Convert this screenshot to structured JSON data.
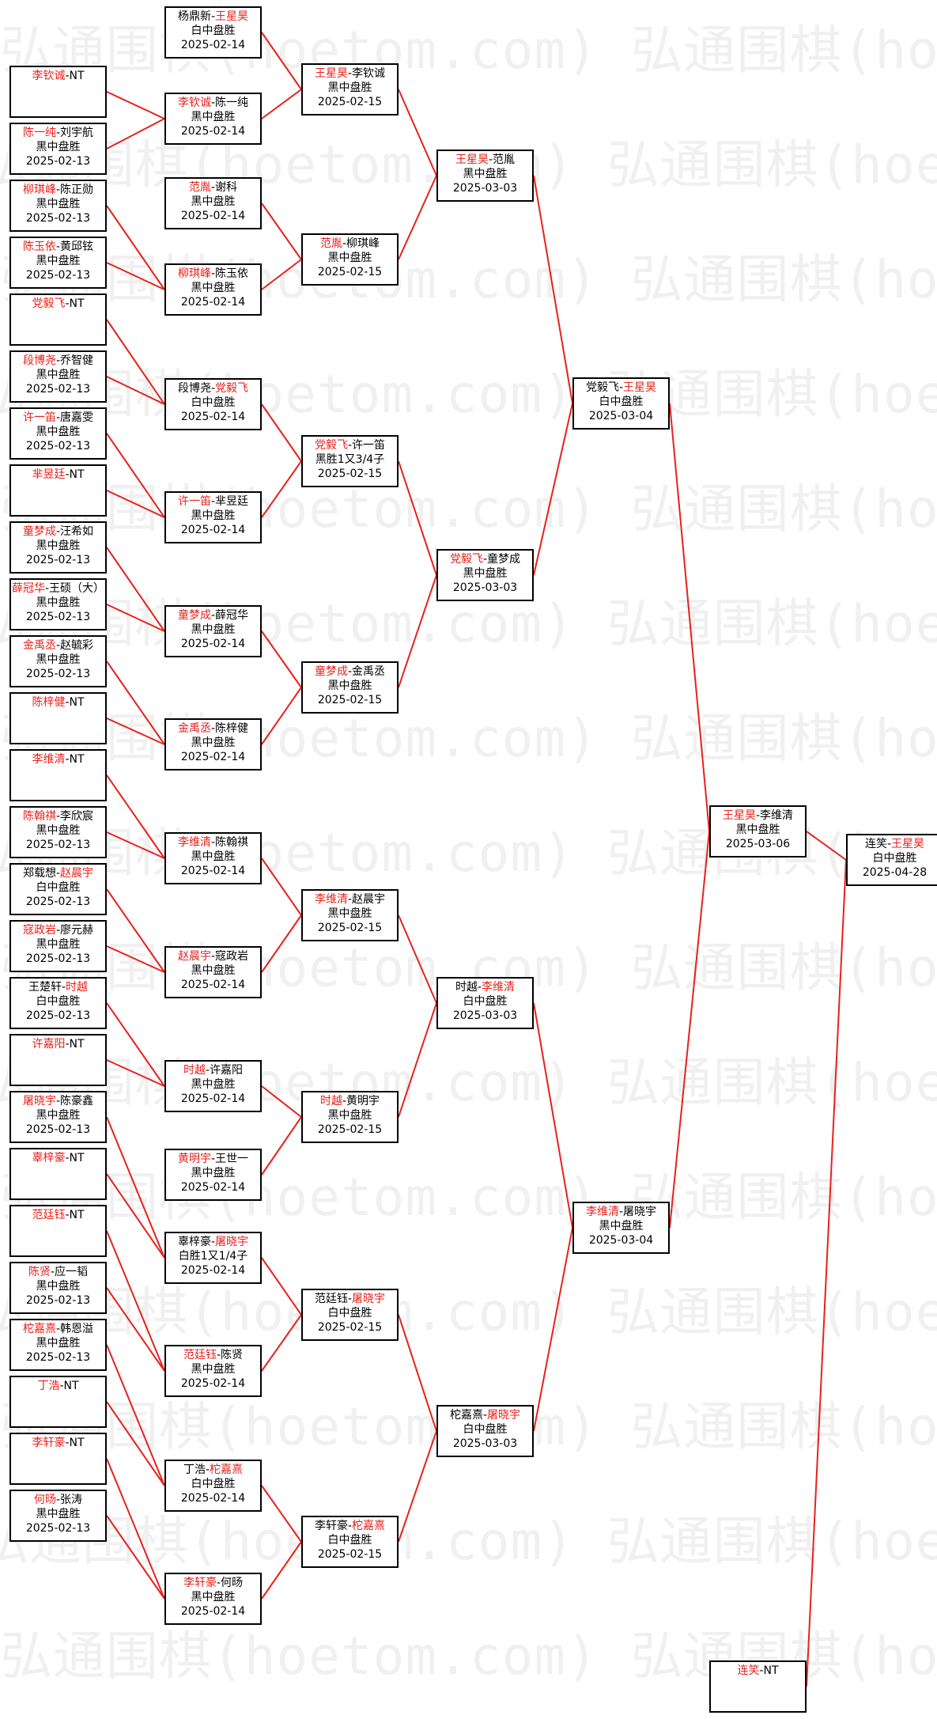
{
  "watermark": "弘通围棋(hoetom.com)",
  "colors": {
    "winner": "#e8211c",
    "link": "#e8211c",
    "border": "#000000"
  },
  "rounds": {
    "r1": [
      {
        "p1": "李钦诚",
        "p2": "NT",
        "winner": "p1",
        "result": "",
        "date": ""
      },
      {
        "p1": "陈一纯",
        "p2": "刘宇航",
        "winner": "p1",
        "result": "黑中盘胜",
        "date": "2025-02-13"
      },
      {
        "p1": "柳琪峰",
        "p2": "陈正勋",
        "winner": "p1",
        "result": "黑中盘胜",
        "date": "2025-02-13"
      },
      {
        "p1": "陈玉依",
        "p2": "黄邱铉",
        "winner": "p1",
        "result": "黑中盘胜",
        "date": "2025-02-13"
      },
      {
        "p1": "党毅飞",
        "p2": "NT",
        "winner": "p1",
        "result": "",
        "date": ""
      },
      {
        "p1": "段博尧",
        "p2": "乔智健",
        "winner": "p1",
        "result": "黑中盘胜",
        "date": "2025-02-13"
      },
      {
        "p1": "许一笛",
        "p2": "唐嘉雯",
        "winner": "p1",
        "result": "黑中盘胜",
        "date": "2025-02-13"
      },
      {
        "p1": "芈昱廷",
        "p2": "NT",
        "winner": "p1",
        "result": "",
        "date": ""
      },
      {
        "p1": "童梦成",
        "p2": "汪希如",
        "winner": "p1",
        "result": "黑中盘胜",
        "date": "2025-02-13"
      },
      {
        "p1": "薛冠华",
        "p2": "王硕（大）",
        "winner": "p1",
        "result": "黑中盘胜",
        "date": "2025-02-13"
      },
      {
        "p1": "金禹丞",
        "p2": "赵毓彩",
        "winner": "p1",
        "result": "黑中盘胜",
        "date": "2025-02-13"
      },
      {
        "p1": "陈梓健",
        "p2": "NT",
        "winner": "p1",
        "result": "",
        "date": ""
      },
      {
        "p1": "李维清",
        "p2": "NT",
        "winner": "p1",
        "result": "",
        "date": ""
      },
      {
        "p1": "陈翰祺",
        "p2": "李欣宸",
        "winner": "p1",
        "result": "黑中盘胜",
        "date": "2025-02-13"
      },
      {
        "p1": "郑载想",
        "p2": "赵晨宇",
        "winner": "p2",
        "result": "白中盘胜",
        "date": "2025-02-13"
      },
      {
        "p1": "寇政岩",
        "p2": "廖元赫",
        "winner": "p1",
        "result": "黑中盘胜",
        "date": "2025-02-13"
      },
      {
        "p1": "王楚轩",
        "p2": "时越",
        "winner": "p2",
        "result": "白中盘胜",
        "date": "2025-02-13"
      },
      {
        "p1": "许嘉阳",
        "p2": "NT",
        "winner": "p1",
        "result": "",
        "date": ""
      },
      {
        "p1": "屠晓宇",
        "p2": "陈豪鑫",
        "winner": "p1",
        "result": "黑中盘胜",
        "date": "2025-02-13"
      },
      {
        "p1": "辜梓豪",
        "p2": "NT",
        "winner": "p1",
        "result": "",
        "date": ""
      },
      {
        "p1": "范廷钰",
        "p2": "NT",
        "winner": "p1",
        "result": "",
        "date": ""
      },
      {
        "p1": "陈贤",
        "p2": "应一韬",
        "winner": "p1",
        "result": "黑中盘胜",
        "date": "2025-02-13"
      },
      {
        "p1": "柁嘉熹",
        "p2": "韩恩溢",
        "winner": "p1",
        "result": "黑中盘胜",
        "date": "2025-02-13"
      },
      {
        "p1": "丁浩",
        "p2": "NT",
        "winner": "p1",
        "result": "",
        "date": ""
      },
      {
        "p1": "李轩豪",
        "p2": "NT",
        "winner": "p1",
        "result": "",
        "date": ""
      },
      {
        "p1": "何旸",
        "p2": "张涛",
        "winner": "p1",
        "result": "黑中盘胜",
        "date": "2025-02-13"
      }
    ],
    "r2": [
      {
        "p1": "杨鼎新",
        "p2": "王星昊",
        "winner": "p2",
        "result": "白中盘胜",
        "date": "2025-02-14"
      },
      {
        "p1": "李钦诚",
        "p2": "陈一纯",
        "winner": "p1",
        "result": "黑中盘胜",
        "date": "2025-02-14"
      },
      {
        "p1": "范胤",
        "p2": "谢科",
        "winner": "p1",
        "result": "黑中盘胜",
        "date": "2025-02-14"
      },
      {
        "p1": "柳琪峰",
        "p2": "陈玉依",
        "winner": "p1",
        "result": "黑中盘胜",
        "date": "2025-02-14"
      },
      {
        "p1": "段博尧",
        "p2": "党毅飞",
        "winner": "p2",
        "result": "白中盘胜",
        "date": "2025-02-14"
      },
      {
        "p1": "许一笛",
        "p2": "芈昱廷",
        "winner": "p1",
        "result": "黑中盘胜",
        "date": "2025-02-14"
      },
      {
        "p1": "童梦成",
        "p2": "薛冠华",
        "winner": "p1",
        "result": "黑中盘胜",
        "date": "2025-02-14"
      },
      {
        "p1": "金禹丞",
        "p2": "陈梓健",
        "winner": "p1",
        "result": "黑中盘胜",
        "date": "2025-02-14"
      },
      {
        "p1": "李维清",
        "p2": "陈翰祺",
        "winner": "p1",
        "result": "黑中盘胜",
        "date": "2025-02-14"
      },
      {
        "p1": "赵晨宇",
        "p2": "寇政岩",
        "winner": "p1",
        "result": "黑中盘胜",
        "date": "2025-02-14"
      },
      {
        "p1": "时越",
        "p2": "许嘉阳",
        "winner": "p1",
        "result": "黑中盘胜",
        "date": "2025-02-14"
      },
      {
        "p1": "黄明宇",
        "p2": "王世一",
        "winner": "p1",
        "result": "黑中盘胜",
        "date": "2025-02-14"
      },
      {
        "p1": "辜梓豪",
        "p2": "屠晓宇",
        "winner": "p2",
        "result": "白胜1又1/4子",
        "date": "2025-02-14"
      },
      {
        "p1": "范廷钰",
        "p2": "陈贤",
        "winner": "p1",
        "result": "黑中盘胜",
        "date": "2025-02-14"
      },
      {
        "p1": "丁浩",
        "p2": "柁嘉熹",
        "winner": "p2",
        "result": "白中盘胜",
        "date": "2025-02-14"
      },
      {
        "p1": "李轩豪",
        "p2": "何旸",
        "winner": "p1",
        "result": "黑中盘胜",
        "date": "2025-02-14"
      }
    ],
    "r3": [
      {
        "p1": "王星昊",
        "p2": "李钦诚",
        "winner": "p1",
        "result": "黑中盘胜",
        "date": "2025-02-15"
      },
      {
        "p1": "范胤",
        "p2": "柳琪峰",
        "winner": "p1",
        "result": "黑中盘胜",
        "date": "2025-02-15"
      },
      {
        "p1": "党毅飞",
        "p2": "许一笛",
        "winner": "p1",
        "result": "黑胜1又3/4子",
        "date": "2025-02-15"
      },
      {
        "p1": "童梦成",
        "p2": "金禹丞",
        "winner": "p1",
        "result": "黑中盘胜",
        "date": "2025-02-15"
      },
      {
        "p1": "李维清",
        "p2": "赵晨宇",
        "winner": "p1",
        "result": "黑中盘胜",
        "date": "2025-02-15"
      },
      {
        "p1": "时越",
        "p2": "黄明宇",
        "winner": "p1",
        "result": "黑中盘胜",
        "date": "2025-02-15"
      },
      {
        "p1": "范廷钰",
        "p2": "屠晓宇",
        "winner": "p2",
        "result": "白中盘胜",
        "date": "2025-02-15"
      },
      {
        "p1": "李轩豪",
        "p2": "柁嘉熹",
        "winner": "p2",
        "result": "白中盘胜",
        "date": "2025-02-15"
      }
    ],
    "r4": [
      {
        "p1": "王星昊",
        "p2": "范胤",
        "winner": "p1",
        "result": "黑中盘胜",
        "date": "2025-03-03"
      },
      {
        "p1": "党毅飞",
        "p2": "童梦成",
        "winner": "p1",
        "result": "黑中盘胜",
        "date": "2025-03-03"
      },
      {
        "p1": "时越",
        "p2": "李维清",
        "winner": "p2",
        "result": "白中盘胜",
        "date": "2025-03-03"
      },
      {
        "p1": "柁嘉熹",
        "p2": "屠晓宇",
        "winner": "p2",
        "result": "白中盘胜",
        "date": "2025-03-03"
      }
    ],
    "r5": [
      {
        "p1": "党毅飞",
        "p2": "王星昊",
        "winner": "p2",
        "result": "白中盘胜",
        "date": "2025-03-04"
      },
      {
        "p1": "李维清",
        "p2": "屠晓宇",
        "winner": "p1",
        "result": "黑中盘胜",
        "date": "2025-03-04"
      }
    ],
    "r6": [
      {
        "p1": "王星昊",
        "p2": "李维清",
        "winner": "p1",
        "result": "黑中盘胜",
        "date": "2025-03-06"
      },
      {
        "p1": "连笑",
        "p2": "NT",
        "winner": "p1",
        "result": "",
        "date": ""
      }
    ],
    "r7": [
      {
        "p1": "连笑",
        "p2": "王星昊",
        "winner": "p2",
        "result": "白中盘胜",
        "date": "2025-04-28"
      }
    ]
  }
}
